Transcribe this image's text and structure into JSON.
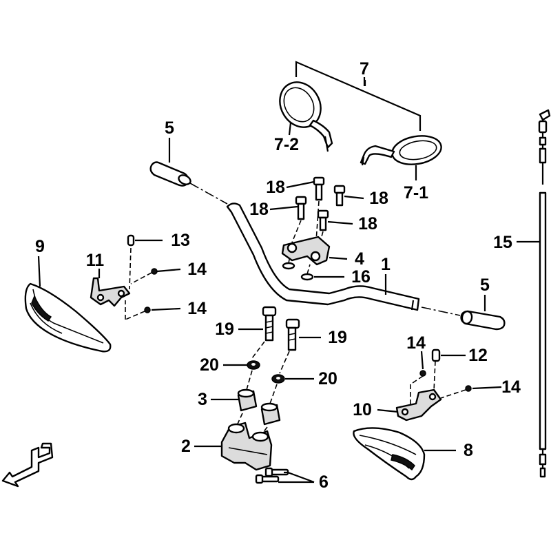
{
  "callouts": {
    "c1": "1",
    "c2": "2",
    "c3": "3",
    "c4": "4",
    "c5a": "5",
    "c5b": "5",
    "c6": "6",
    "c7": "7",
    "c7_1": "7-1",
    "c7_2": "7-2",
    "c8": "8",
    "c9": "9",
    "c10": "10",
    "c11": "11",
    "c12": "12",
    "c13": "13",
    "c14a": "14",
    "c14b": "14",
    "c14c": "14",
    "c14d": "14",
    "c15": "15",
    "c16": "16",
    "c18a": "18",
    "c18b": "18",
    "c18c": "18",
    "c18d": "18",
    "c19a": "19",
    "c19b": "19",
    "c20a": "20",
    "c20b": "20"
  },
  "colors": {
    "ink": "#000000",
    "paper": "#ffffff"
  },
  "icons": {
    "direction": "front-arrow-icon"
  }
}
